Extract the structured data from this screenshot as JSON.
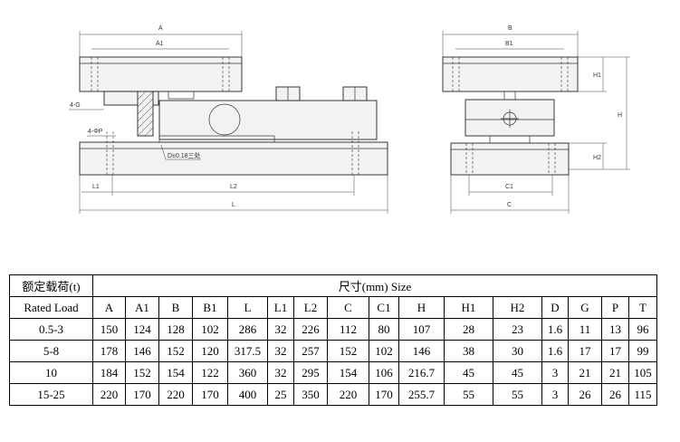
{
  "drawing": {
    "front": {
      "dim_A": "A",
      "dim_A1": "A1",
      "dim_L1": "L1",
      "dim_L2": "L2",
      "dim_L": "L",
      "hole_top": "4-G",
      "hole_bottom": "4-ΦP",
      "gap_note": "D±0.18三处"
    },
    "side": {
      "dim_B": "B",
      "dim_B1": "B1",
      "dim_C1": "C1",
      "dim_C": "C",
      "dim_H": "H",
      "dim_H1": "H1",
      "dim_H2": "H2"
    }
  },
  "table": {
    "header_label_cn": "额定载荷(t)",
    "header_label_en": "Rated Load",
    "header_size": "尺寸(mm)    Size",
    "columns": [
      "A",
      "A1",
      "B",
      "B1",
      "L",
      "L1",
      "L2",
      "C",
      "C1",
      "H",
      "H1",
      "H2",
      "D",
      "G",
      "P",
      "T"
    ],
    "rows": [
      {
        "load": "0.5-3",
        "values": [
          "150",
          "124",
          "128",
          "102",
          "286",
          "32",
          "226",
          "112",
          "80",
          "107",
          "28",
          "23",
          "1.6",
          "11",
          "13",
          "96"
        ]
      },
      {
        "load": "5-8",
        "values": [
          "178",
          "146",
          "152",
          "120",
          "317.5",
          "32",
          "257",
          "152",
          "102",
          "146",
          "38",
          "30",
          "1.6",
          "17",
          "17",
          "99"
        ]
      },
      {
        "load": "10",
        "values": [
          "184",
          "152",
          "154",
          "122",
          "360",
          "32",
          "295",
          "154",
          "106",
          "216.7",
          "45",
          "45",
          "3",
          "21",
          "21",
          "105"
        ]
      },
      {
        "load": "15-25",
        "values": [
          "220",
          "170",
          "220",
          "170",
          "400",
          "25",
          "350",
          "220",
          "170",
          "255.7",
          "55",
          "55",
          "3",
          "26",
          "26",
          "115"
        ]
      }
    ]
  }
}
